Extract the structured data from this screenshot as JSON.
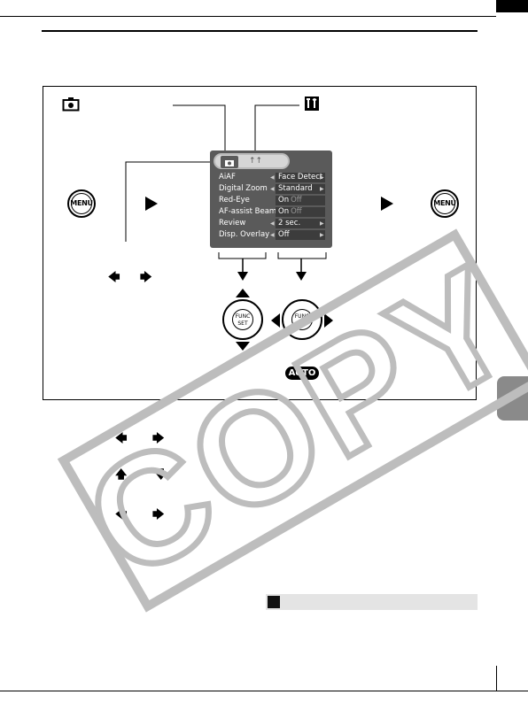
{
  "menu": {
    "rows": [
      {
        "label": "AiAF",
        "value": "Face Detect"
      },
      {
        "label": "Digital Zoom",
        "value": "Standard"
      },
      {
        "label": "Red-Eye",
        "value": "On",
        "value2": "Off"
      },
      {
        "label": "AF-assist Beam",
        "value": "On",
        "value2": "Off"
      },
      {
        "label": "Review",
        "value": "2 sec."
      },
      {
        "label": "Disp. Overlay",
        "value": "Off"
      }
    ]
  },
  "buttons": {
    "menu_left": "MENU",
    "menu_right": "MENU"
  },
  "dial": {
    "func_set": "FUNC SET"
  },
  "mode_badge": "AUTO",
  "watermark": "COPY"
}
